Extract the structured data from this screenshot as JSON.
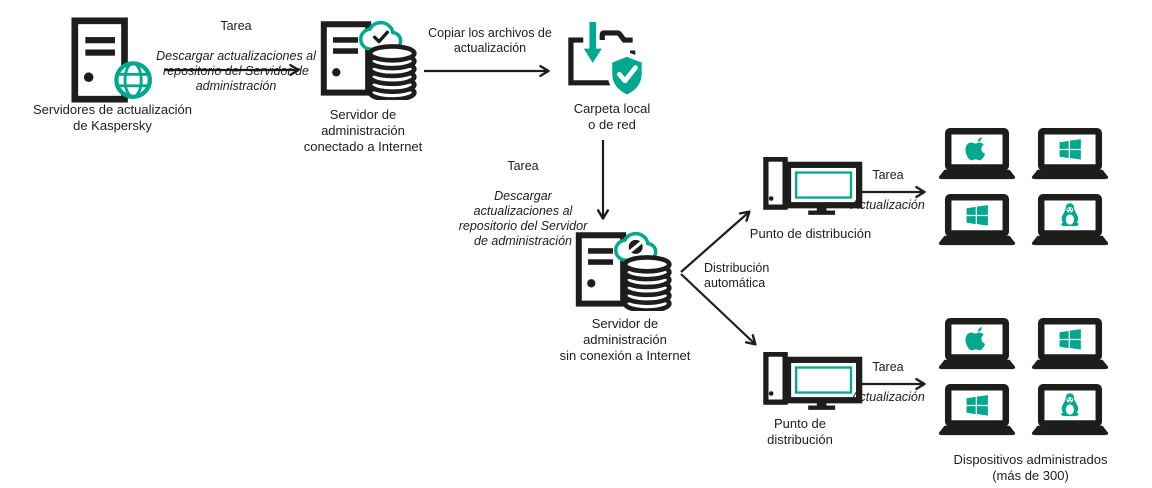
{
  "colors": {
    "accent": "#00A88E",
    "ink": "#1D1D1B"
  },
  "nodes": {
    "update_servers": {
      "label": "Servidores de actualización\nde Kaspersky",
      "icon": "server-globe-icon"
    },
    "admin_server_online": {
      "label": "Servidor de\nadministración\nconectado a Internet",
      "icon": "server-database-cloud-check-icon"
    },
    "local_folder": {
      "label": "Carpeta local\no de red",
      "icon": "folder-download-shield-icon"
    },
    "admin_server_offline": {
      "label": "Servidor de\nadministración\nsin conexión a Internet",
      "icon": "server-database-cloud-blocked-icon"
    },
    "distribution_point_top": {
      "label": "Punto de distribución",
      "icon": "desktop-computer-icon"
    },
    "distribution_point_bottom": {
      "label": "Punto de\ndistribución",
      "icon": "desktop-computer-icon"
    },
    "managed_devices": {
      "label": "Dispositivos administrados\n(más de 300)"
    }
  },
  "edges": {
    "download_task_1": {
      "title": "Tarea",
      "task": "Descargar actualizaciones al\nrepositorio del Servidor de\nadministración"
    },
    "copy_files": {
      "label": "Copiar los archivos de\nactualización"
    },
    "download_task_2": {
      "title": "Tarea",
      "task": "Descargar\nactualizaciones al\nrepositorio del Servidor\nde administración"
    },
    "auto_distribution": {
      "label": "Distribución\nautomática"
    },
    "update_task_top": {
      "title": "Tarea",
      "task": "Actualización"
    },
    "update_task_bottom": {
      "title": "Tarea",
      "task": "Actualización"
    }
  },
  "devices": {
    "top": [
      "apple",
      "windows",
      "windows",
      "linux"
    ],
    "bottom": [
      "apple",
      "windows",
      "windows",
      "linux"
    ]
  }
}
